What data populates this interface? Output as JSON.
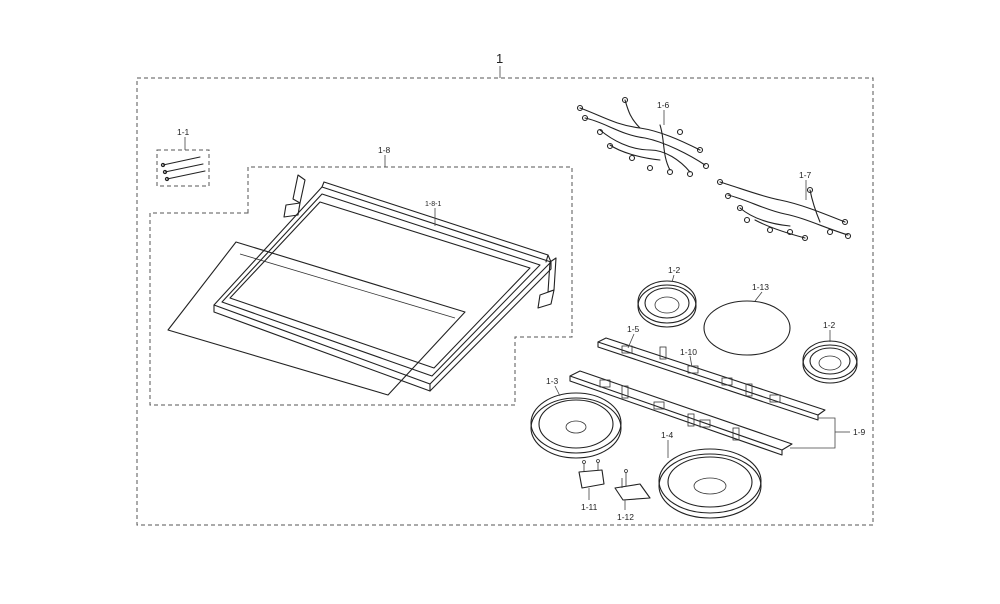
{
  "labels": {
    "assembly": "1",
    "p1_1": "1-1",
    "p1_2a": "1-2",
    "p1_2b": "1-2",
    "p1_3": "1-3",
    "p1_4": "1-4",
    "p1_5": "1-5",
    "p1_6": "1-6",
    "p1_7": "1-7",
    "p1_8": "1-8",
    "p1_8_1": "1-8-1",
    "p1_9": "1-9",
    "p1_10": "1-10",
    "p1_11": "1-11",
    "p1_12": "1-12",
    "p1_13": "1-13"
  }
}
